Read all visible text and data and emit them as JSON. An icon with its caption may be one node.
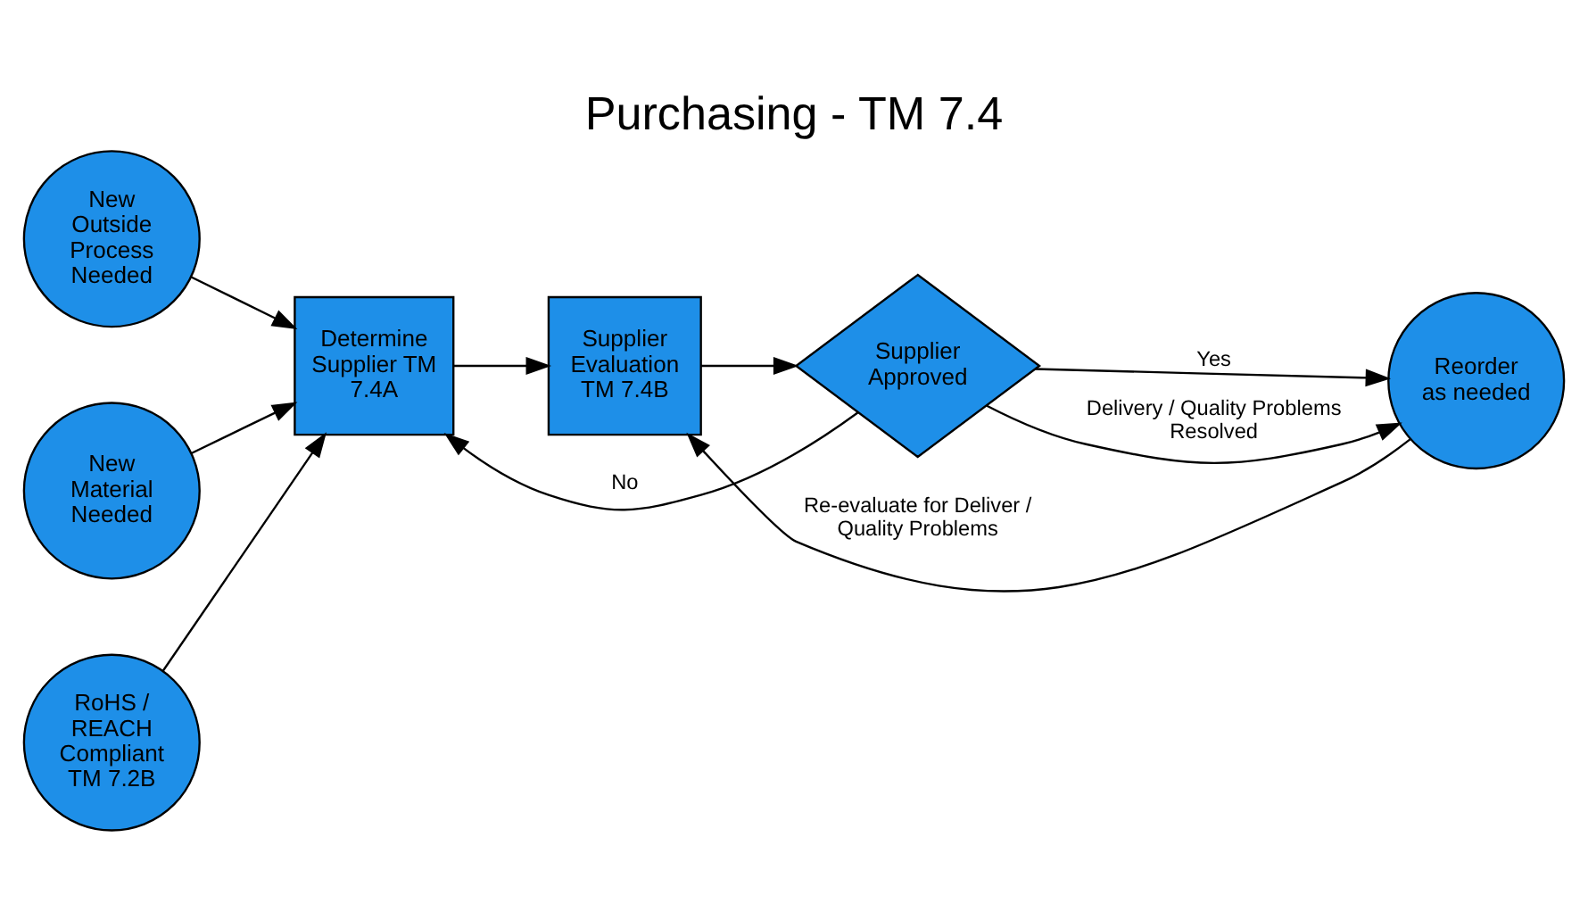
{
  "diagram": {
    "title": "Purchasing - TM 7.4",
    "nodes": [
      {
        "text": [
          "New Outside Process Needed"
        ]
      },
      {
        "text": [
          "New Material Needed"
        ]
      },
      {
        "text": [
          "Determine Supplier TM 7.4A"
        ]
      },
      {
        "text": [
          "RoHS / REACH Compliant TM 7.2B"
        ]
      },
      {
        "text": [
          "Supplier Evaluation TM 7.4B"
        ]
      },
      {
        "text": [
          "Supplier Approved"
        ]
      },
      {
        "text": [
          "Reorder as needed"
        ]
      }
    ],
    "edges": [
      {
        "from": 0,
        "to": 2,
        "arrow": "to"
      },
      {
        "from": 1,
        "to": 2,
        "arrow": "to"
      },
      {
        "from": 3,
        "to": 2,
        "arrow": "to"
      },
      {
        "from": 2,
        "to": 4,
        "arrow": "to"
      },
      {
        "from": 4,
        "to": 5,
        "arrow": "to"
      },
      {
        "from": 5,
        "to": 6,
        "arrow": "to",
        "label": "Yes"
      },
      {
        "from": 5,
        "to": 2,
        "arrow": "to",
        "label": "No"
      },
      {
        "from": 5,
        "to": 6,
        "arrow": "to",
        "label": "Delivery / Quality Problems Resolved"
      },
      {
        "from": 6,
        "to": 4,
        "arrow": "to",
        "label": "Re-evaluate for Deliver / Quality Problems"
      }
    ]
  }
}
